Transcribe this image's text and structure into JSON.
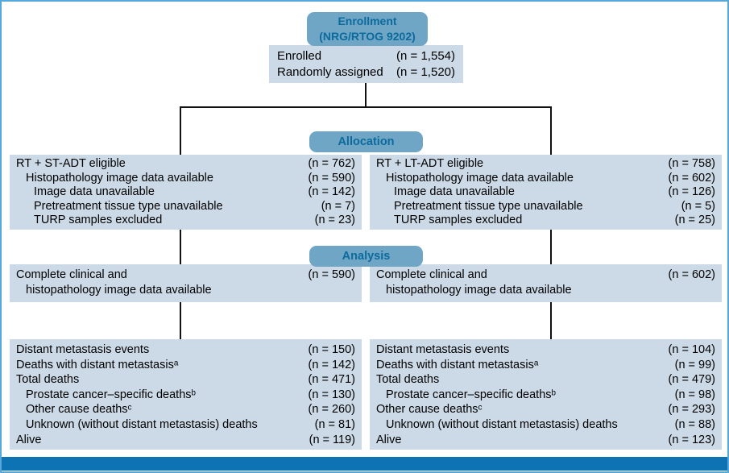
{
  "figure": {
    "type": "consort-flow-diagram",
    "colors": {
      "outer_border": "#57a8da",
      "stage_pill_bg": "#6fa6c6",
      "stage_pill_text": "#0c6a9c",
      "content_box_bg": "#ccd9e6",
      "connector_line": "#111111",
      "footer_bar": "#0d73b2",
      "body_text": "#000000"
    }
  },
  "enrollment": {
    "title_line1": "Enrollment",
    "title_line2": "(NRG/RTOG 9202)",
    "rows": [
      {
        "label": "Enrolled",
        "n": "(n = 1,554)"
      },
      {
        "label": "Randomly assigned",
        "n": "(n = 1,520)"
      }
    ]
  },
  "allocation": {
    "title": "Allocation",
    "left": {
      "rows": [
        {
          "label": "RT + ST-ADT eligible",
          "n": "(n = 762)"
        },
        {
          "label": "Histopathology image data available",
          "n": "(n = 590)"
        },
        {
          "label": "Image data unavailable",
          "n": "(n = 142)"
        },
        {
          "label": "Pretreatment tissue type unavailable",
          "n": "(n = 7)"
        },
        {
          "label": "TURP samples excluded",
          "n": "(n = 23)"
        }
      ]
    },
    "right": {
      "rows": [
        {
          "label": "RT + LT-ADT eligible",
          "n": "(n = 758)"
        },
        {
          "label": "Histopathology image data available",
          "n": "(n = 602)"
        },
        {
          "label": "Image data unavailable",
          "n": "(n = 126)"
        },
        {
          "label": "Pretreatment tissue type unavailable",
          "n": "(n = 5)"
        },
        {
          "label": "TURP samples excluded",
          "n": "(n = 25)"
        }
      ]
    }
  },
  "analysis": {
    "title": "Analysis",
    "left": {
      "line1": "Complete clinical and",
      "line2": "histopathology image data available",
      "n": "(n = 590)"
    },
    "right": {
      "line1": "Complete clinical and",
      "line2": "histopathology image data available",
      "n": "(n = 602)"
    }
  },
  "outcomes": {
    "left": {
      "rows": [
        {
          "label": "Distant metastasis events",
          "n": "(n = 150)"
        },
        {
          "label": "Deaths with distant metastasisᵃ",
          "n": "(n = 142)"
        },
        {
          "label": "Total deaths",
          "n": "(n = 471)"
        },
        {
          "label": "Prostate cancer–specific deathsᵇ",
          "n": "(n = 130)"
        },
        {
          "label": "Other cause deathsᶜ",
          "n": "(n = 260)"
        },
        {
          "label": "Unknown (without distant metastasis) deaths",
          "n": "(n = 81)"
        },
        {
          "label": "Alive",
          "n": "(n = 119)"
        }
      ]
    },
    "right": {
      "rows": [
        {
          "label": "Distant metastasis events",
          "n": "(n = 104)"
        },
        {
          "label": "Deaths with distant metastasisᵃ",
          "n": "(n = 99)"
        },
        {
          "label": "Total deaths",
          "n": "(n = 479)"
        },
        {
          "label": "Prostate cancer–specific deathsᵇ",
          "n": "(n = 98)"
        },
        {
          "label": "Other cause deathsᶜ",
          "n": "(n = 293)"
        },
        {
          "label": "Unknown (without distant metastasis) deaths",
          "n": "(n = 88)"
        },
        {
          "label": "Alive",
          "n": "(n = 123)"
        }
      ]
    }
  }
}
